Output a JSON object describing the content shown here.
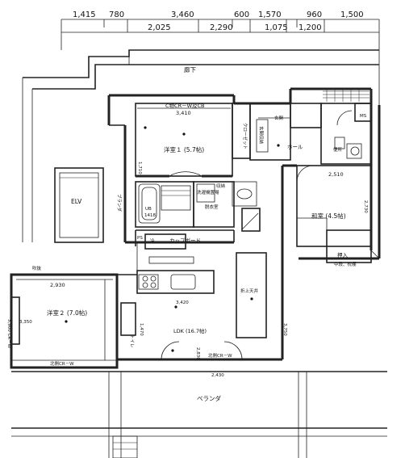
{
  "dims_top": [
    "1,415",
    "780",
    "3,460",
    "600",
    "1,570",
    "960",
    "1,500"
  ],
  "dims_second": [
    "2,025",
    "2,290",
    "1,075",
    "1,200"
  ],
  "rooms": {
    "corridor": "廊下",
    "bedroom1": "洋室１ (5.7帖)",
    "bedroom1_storage": "C物CR－W及CB",
    "closet": "クローゼット",
    "entrance": "玄関",
    "shoebox": "玄関収納",
    "hall": "ホール",
    "toilet": "便所",
    "ms": "MS",
    "elv": "ELV",
    "balcony_left": "ブランダ",
    "unitbath": "UB",
    "unitbath_size": "1418",
    "washroom": "脱衣室",
    "storage": "収納",
    "washer": "洗濯機置場",
    "japanese": "和室 (4.5帖)",
    "oshiire": "押入",
    "oshiire_sub": "中段、枕棚",
    "ps": "PS",
    "fridge": "冷",
    "cupboard": "カップボード",
    "eaves": "吹抜",
    "bedroom2": "洋室２ (7.0帖)",
    "bedroom2_side": "3,900 CR－W",
    "bedroom2_bottom": "北側CR－W",
    "atrium": "折上天井",
    "ldk": "LDK (16.7帖)",
    "ldk_closet": "トイレ",
    "ldk_bottom": "北側CR－W",
    "veranda": "ベランダ",
    "ku": "２"
  },
  "inner_dims": {
    "bedroom1_width": "3,410",
    "bedroom1_height": "1,710",
    "japanese_width": "2,510",
    "japanese_height": "2,730",
    "bedroom2_width": "2,930",
    "bedroom2_height": "3,350",
    "ldk_height": "2,830",
    "ldk_left": "1,470",
    "ldk_width": "3,420",
    "ldk_right": "3,750",
    "ldk_bottom": "2,430"
  }
}
